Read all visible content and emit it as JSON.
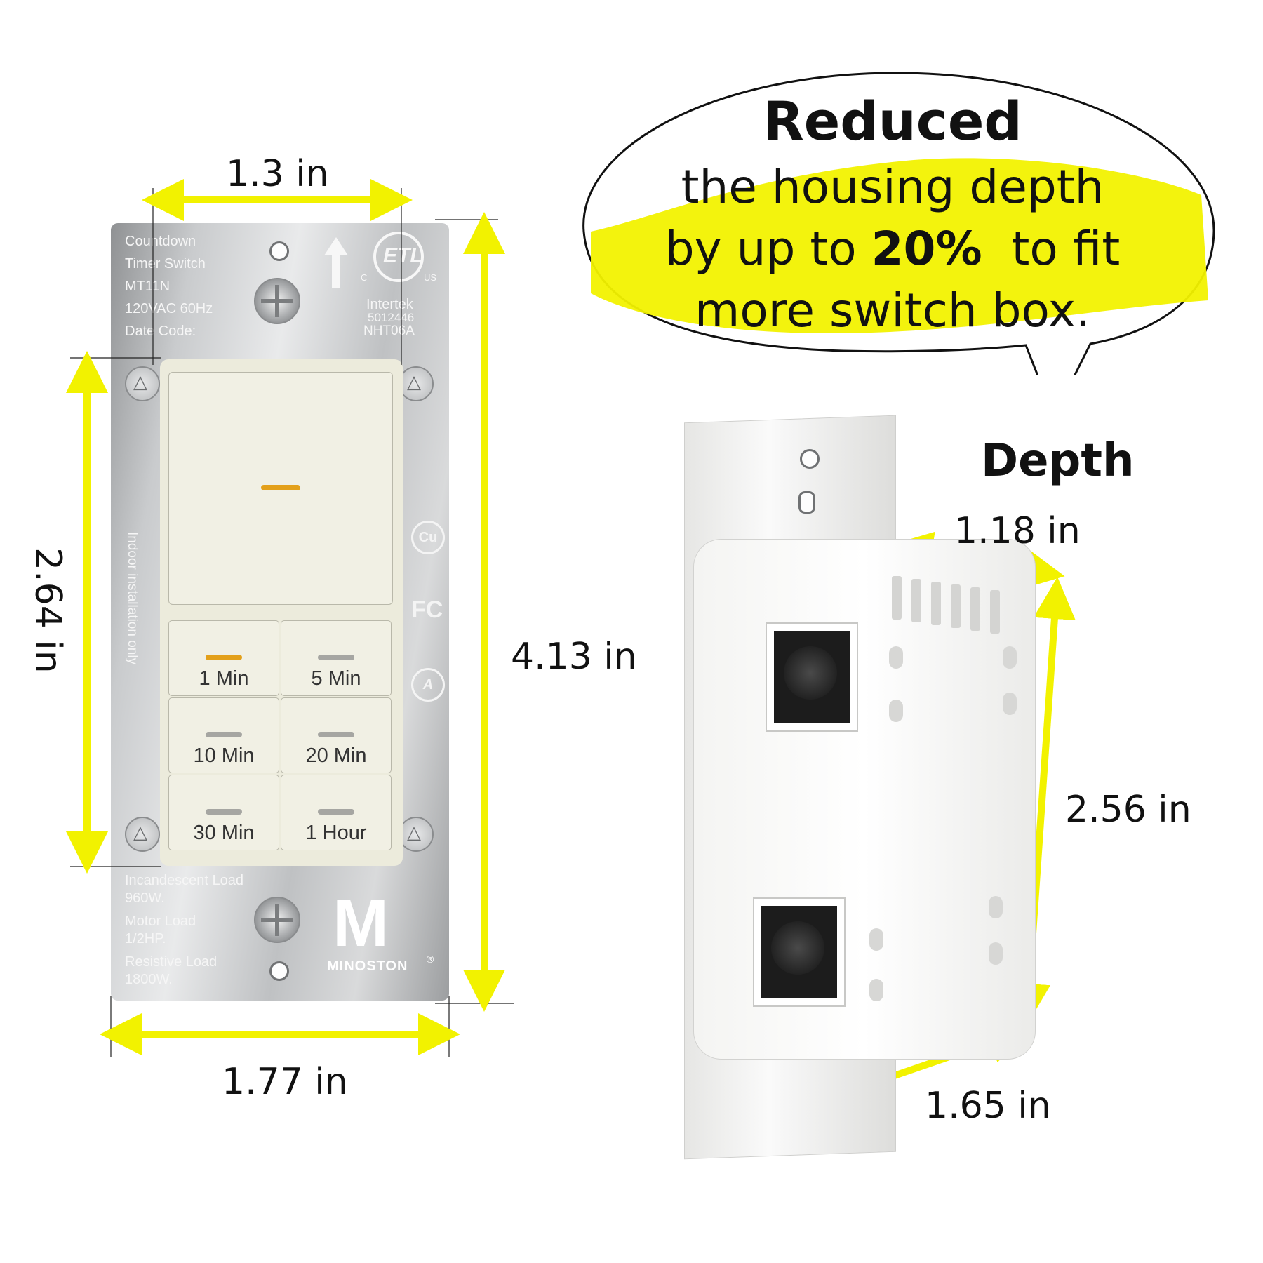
{
  "dimensions": {
    "top_width": "1.3 in",
    "bottom_width": "1.77 in",
    "left_height": "2.64 in",
    "full_height": "4.13 in",
    "depth_top": "1.18 in",
    "housing_height": "2.56 in",
    "depth_bottom": "1.65 in"
  },
  "callout": {
    "headline": "Reduced",
    "line1": "the housing depth",
    "line2_pre": "by up to ",
    "line2_bold": "20%",
    "line2_post": "  to fit",
    "line3": "more switch box.",
    "tail_label": "Depth"
  },
  "plate": {
    "top_left_lines": [
      "Countdown",
      "Timer Switch",
      "MT11N",
      "120VAC 60Hz",
      "Date Code:"
    ],
    "cert_brand": "Intertek",
    "cert_number": "5012446",
    "cert_model": "NHT06A",
    "cert_c": "C",
    "cert_us": "US",
    "etl_mark": "ETL",
    "side_note": "Indoor installation only",
    "bottom_lines": [
      "Incandescent Load",
      "960W.",
      "Motor Load",
      "1/2HP.",
      "Resistive Load",
      "1800W."
    ],
    "brand_letter": "M",
    "brand_name": "MINOSTON",
    "registered": "®",
    "cert_icons": [
      "Cu",
      "FC",
      "A"
    ]
  },
  "buttons": [
    {
      "label": "1 Min",
      "active": true
    },
    {
      "label": "5 Min",
      "active": false
    },
    {
      "label": "10 Min",
      "active": false
    },
    {
      "label": "20 Min",
      "active": false
    },
    {
      "label": "30 Min",
      "active": false
    },
    {
      "label": "1 Hour",
      "active": false
    }
  ],
  "colors": {
    "accent_yellow": "#f2f200",
    "led_amber": "#e3a01a",
    "switch_body": "#ecebdc"
  }
}
